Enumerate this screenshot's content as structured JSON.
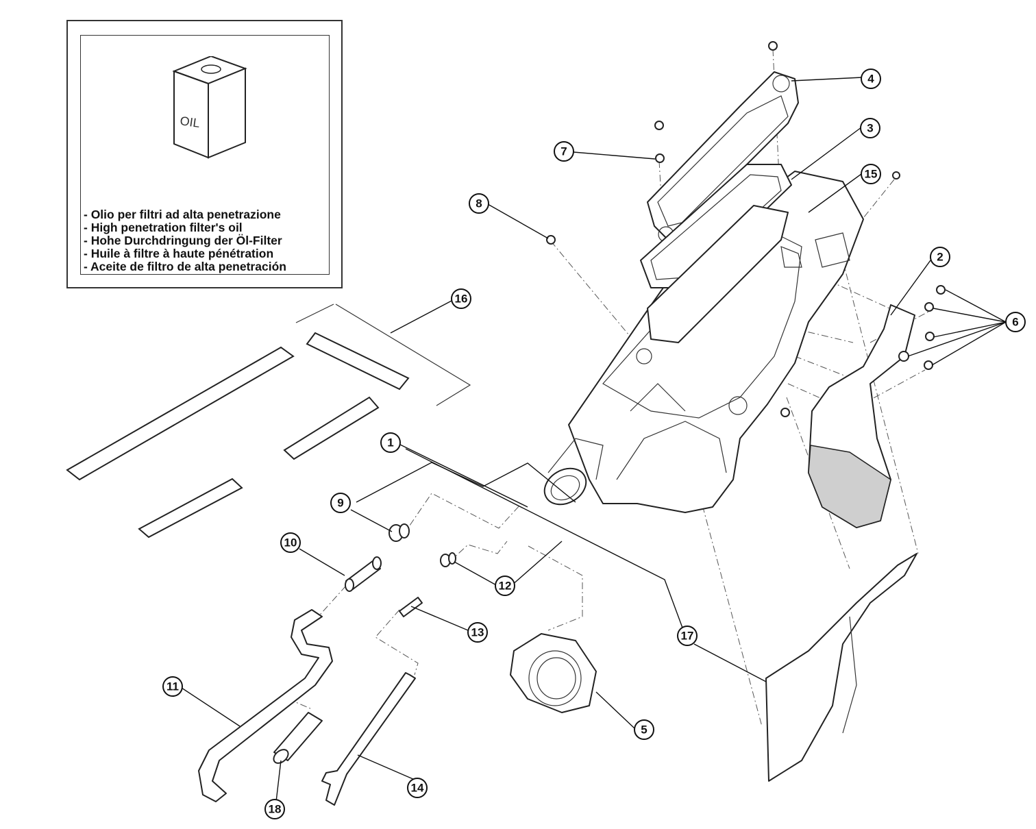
{
  "inset": {
    "oil_label": "OIL",
    "lines": [
      "- Olio per filtri ad alta penetrazione",
      "- High penetration filter's oil",
      "- Hohe Durchdringung der Öl-Filter",
      "- Huile à filtre à haute pénétration",
      "- Aceite de filtro de alta penetración"
    ]
  },
  "callouts": {
    "c1": "1",
    "c2": "2",
    "c3": "3",
    "c4": "4",
    "c5": "5",
    "c6": "6",
    "c7": "7",
    "c8": "8",
    "c9": "9",
    "c10": "10",
    "c11": "11",
    "c12": "12",
    "c13": "13",
    "c14": "14",
    "c15": "15",
    "c16": "16",
    "c17": "17",
    "c18": "18"
  }
}
